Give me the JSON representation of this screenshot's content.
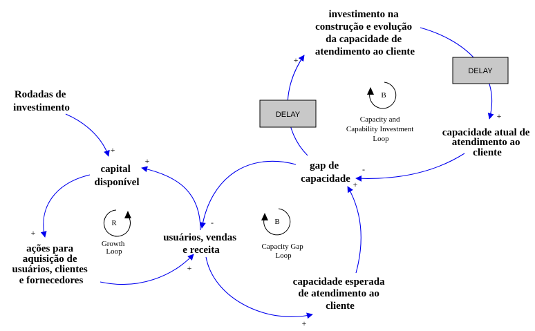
{
  "variables": {
    "rodadas": [
      "Rodadas de",
      "investimento"
    ],
    "capital": [
      "capital",
      "disponível"
    ],
    "acoes": [
      "ações para",
      "aquisição de",
      "usuários, clientes",
      "e fornecedores"
    ],
    "usuarios": [
      "usuários, vendas",
      "e receita"
    ],
    "investimento": [
      "investimento na",
      "construção e evolução",
      "da capacidade de",
      "atendimento ao cliente"
    ],
    "capacidade_atual": [
      "capacidade atual de",
      "atendimento ao",
      "cliente"
    ],
    "gap": [
      "gap de",
      "capacidade"
    ],
    "capacidade_esperada": [
      "capacidade esperada",
      "de atendimento ao",
      "cliente"
    ]
  },
  "delays": {
    "left": "DELAY",
    "right": "DELAY"
  },
  "loops": {
    "growth": {
      "letter": "R",
      "label": [
        "Growth",
        "Loop"
      ]
    },
    "capacity_investment": {
      "letter": "B",
      "label": [
        "Capacity and",
        "Capability Investment",
        "Loop"
      ]
    },
    "capacity_gap": {
      "letter": "B",
      "label": [
        "Capacity Gap",
        "Loop"
      ]
    }
  },
  "polarities": {
    "rodadas_to_capital": "+",
    "capital_to_acoes": "+",
    "acoes_to_usuarios": "+",
    "usuarios_to_capital": "+",
    "gap_to_usuarios": "-",
    "usuarios_to_esperada": "+",
    "esperada_to_gap": "+",
    "gap_to_investimento": "+",
    "investimento_to_atual": "+",
    "atual_to_gap": "-"
  },
  "colors": {
    "link": "#0000ee",
    "delay_fill": "#c8c8c8",
    "text": "#000000"
  }
}
